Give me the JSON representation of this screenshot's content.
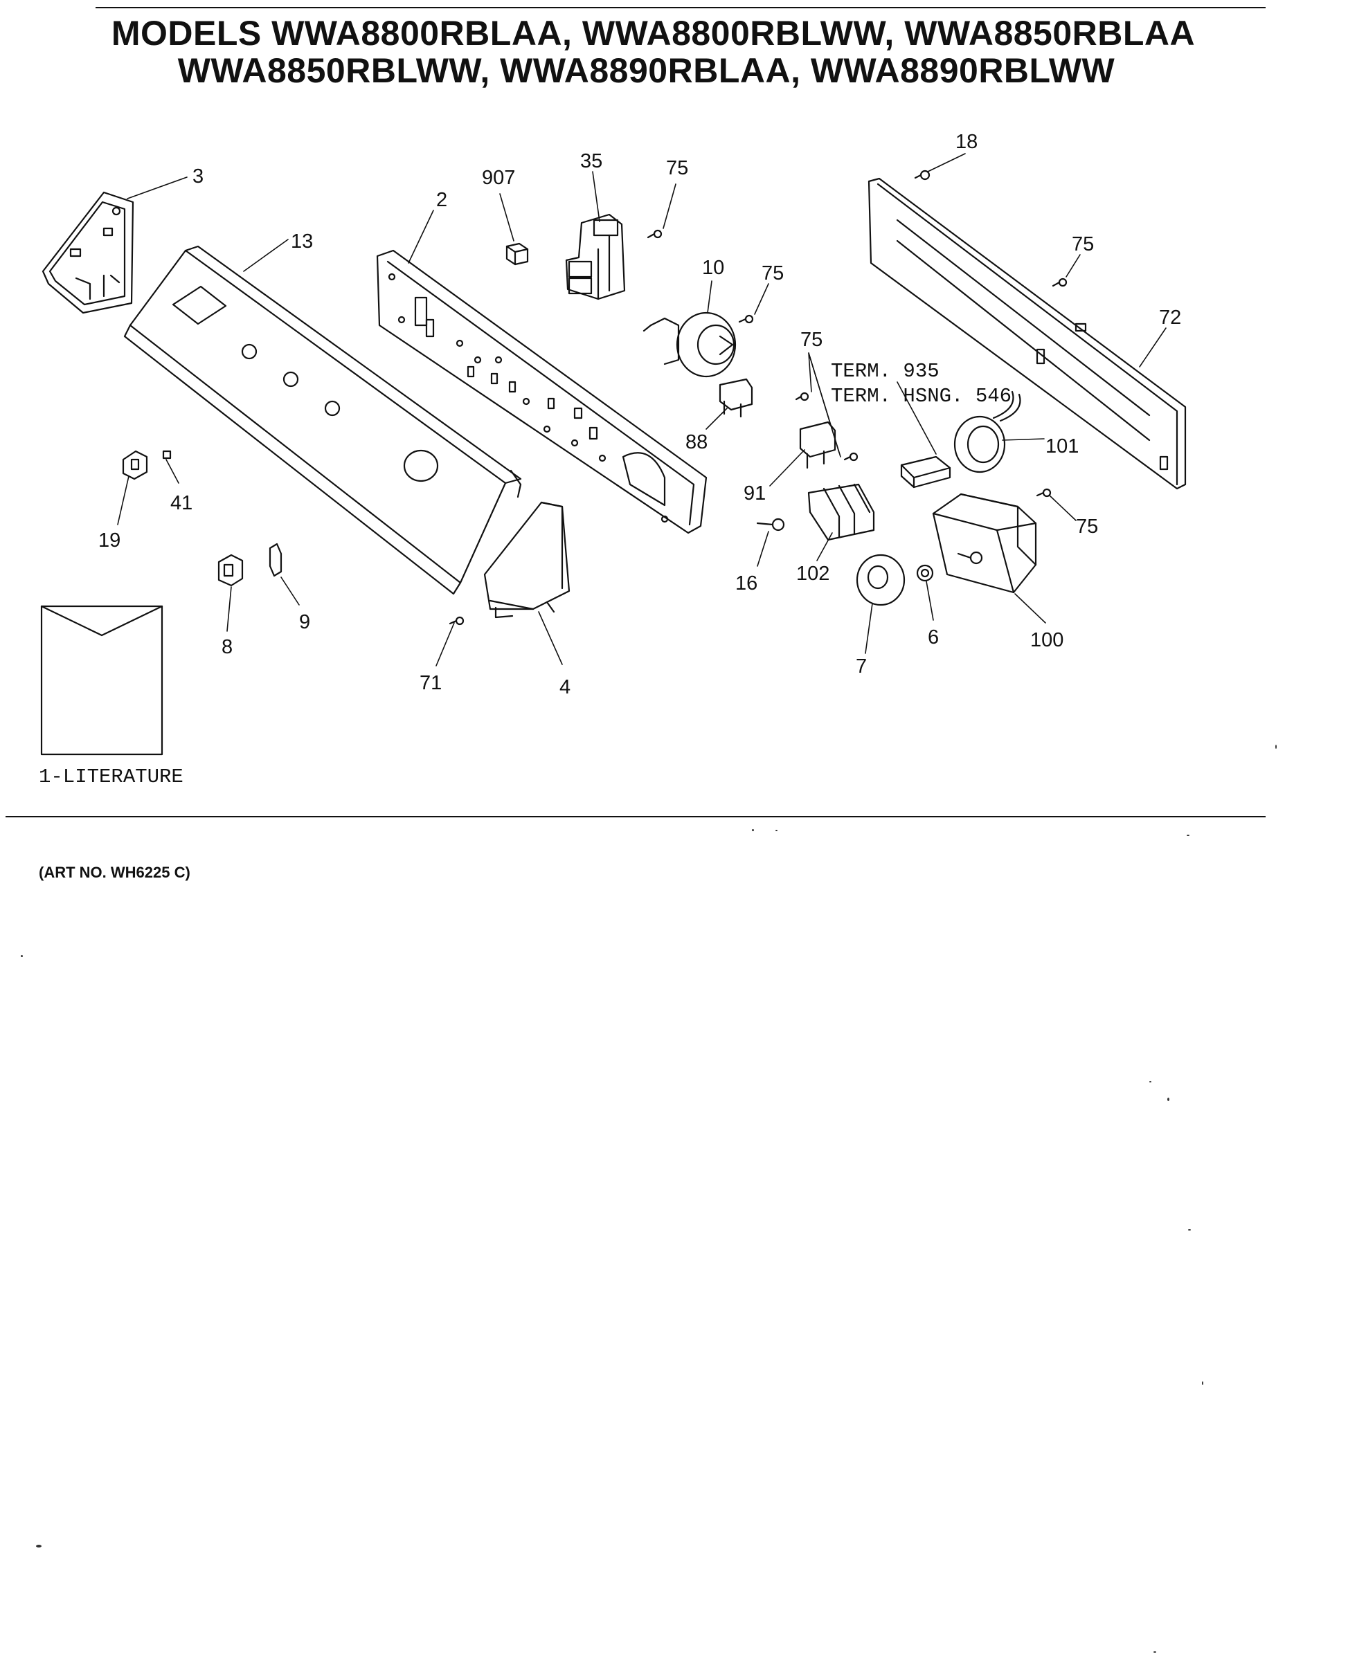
{
  "header": {
    "title_line1": "MODELS WWA8800RBLAA, WWA8800RBLWW, WWA8850RBLAA",
    "title_line2": "WWA8850RBLWW, WWA8890RBLAA, WWA8890RBLWW"
  },
  "callouts": {
    "c3": "3",
    "c13": "13",
    "c2": "2",
    "c907": "907",
    "c35": "35",
    "c75a": "75",
    "c10": "10",
    "c75b": "75",
    "c18": "18",
    "c75c": "75",
    "c72": "72",
    "c75d": "75",
    "term935": "TERM. 935",
    "termhsng": "TERM. HSNG. 546",
    "c101": "101",
    "c88": "88",
    "c91": "91",
    "c75e": "75",
    "c19": "19",
    "c41": "41",
    "c8": "8",
    "c9": "9",
    "c71": "71",
    "c4": "4",
    "c16": "16",
    "c102": "102",
    "c7": "7",
    "c6": "6",
    "c100": "100",
    "literature": "1-LITERATURE"
  },
  "footer": {
    "art_no": "(ART NO. WH6225 C)"
  }
}
